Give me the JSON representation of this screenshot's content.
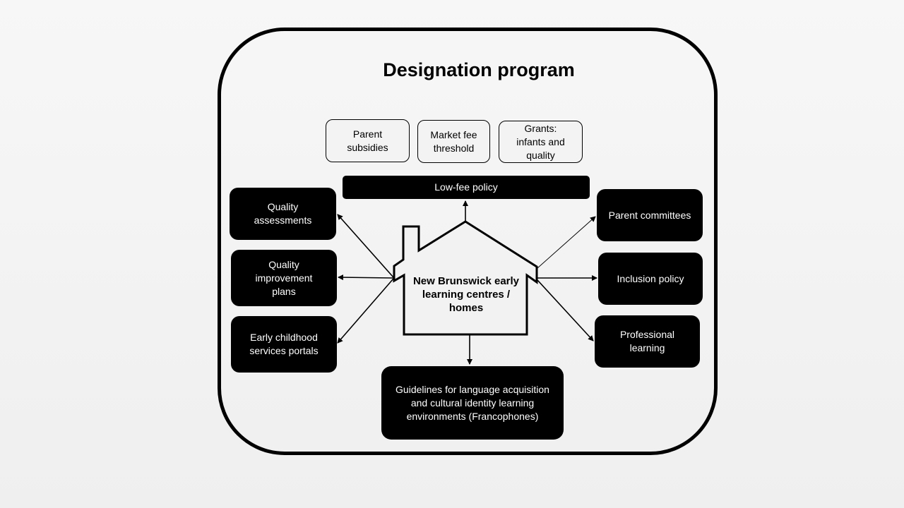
{
  "title": "Designation program",
  "funding_items": [
    {
      "label": "Parent\nsubsidies"
    },
    {
      "label": "Market  fee\nthreshold"
    },
    {
      "label": "Grants:\ninfants and\nquality"
    }
  ],
  "top_policy": {
    "label": "Low-fee policy"
  },
  "center": {
    "label": "New Brunswick early\nlearning centres /\nhomes"
  },
  "left_items": [
    {
      "label": "Quality\nassessments"
    },
    {
      "label": "Quality\nimprovement\nplans"
    },
    {
      "label": "Early childhood\nservices portals"
    }
  ],
  "right_items": [
    {
      "label": "Parent committees"
    },
    {
      "label": "Inclusion policy"
    },
    {
      "label": "Professional\nlearning"
    }
  ],
  "bottom_item": {
    "label": "Guidelines for language acquisition\nand cultural identity learning\nenvironments  (Francophones)"
  }
}
